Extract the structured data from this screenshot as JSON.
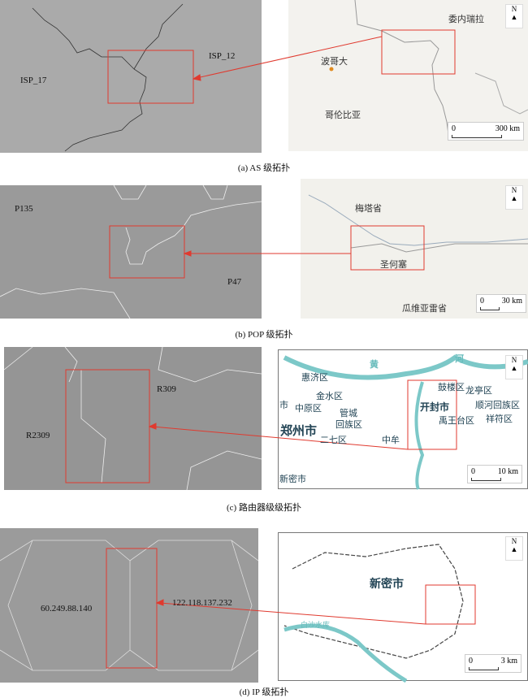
{
  "panels": [
    {
      "caption": "(a) AS 级拓扑",
      "left_labels": [
        "ISP_17",
        "ISP_12"
      ],
      "map_labels": [
        "委内瑞拉",
        "波哥大",
        "哥伦比亚"
      ],
      "scale": {
        "zero": "0",
        "max": "300 km"
      },
      "north": "N"
    },
    {
      "caption": "(b) POP 级拓扑",
      "left_labels": [
        "P135",
        "P47"
      ],
      "map_labels": [
        "梅塔省",
        "圣何塞",
        "瓜维亚雷省"
      ],
      "scale": {
        "zero": "0",
        "max": "30 km"
      },
      "north": "N"
    },
    {
      "caption": "(c) 路由器级级拓扑",
      "left_labels": [
        "R309",
        "R2309"
      ],
      "map_labels": [
        "黄",
        "河",
        "惠济区",
        "金水区",
        "中原区",
        "管城",
        "回族区",
        "郑州市",
        "二七区",
        "中牟",
        "鼓楼区",
        "龙亭区",
        "开封市",
        "顺河回族区",
        "禹王台区",
        "祥符区",
        "新密市",
        "市"
      ],
      "scale": {
        "zero": "0",
        "max": "10 km"
      },
      "north": "N"
    },
    {
      "caption": "(d) IP 级拓扑",
      "left_labels": [
        "60.249.88.140",
        "122.118.137.232"
      ],
      "map_labels": [
        "新密市",
        "白沙水库"
      ],
      "scale": {
        "zero": "0",
        "max": "3 km"
      },
      "north": "N"
    }
  ],
  "colors": {
    "highlight": "#e03a2f",
    "capital_dot": "#e08a1e"
  }
}
